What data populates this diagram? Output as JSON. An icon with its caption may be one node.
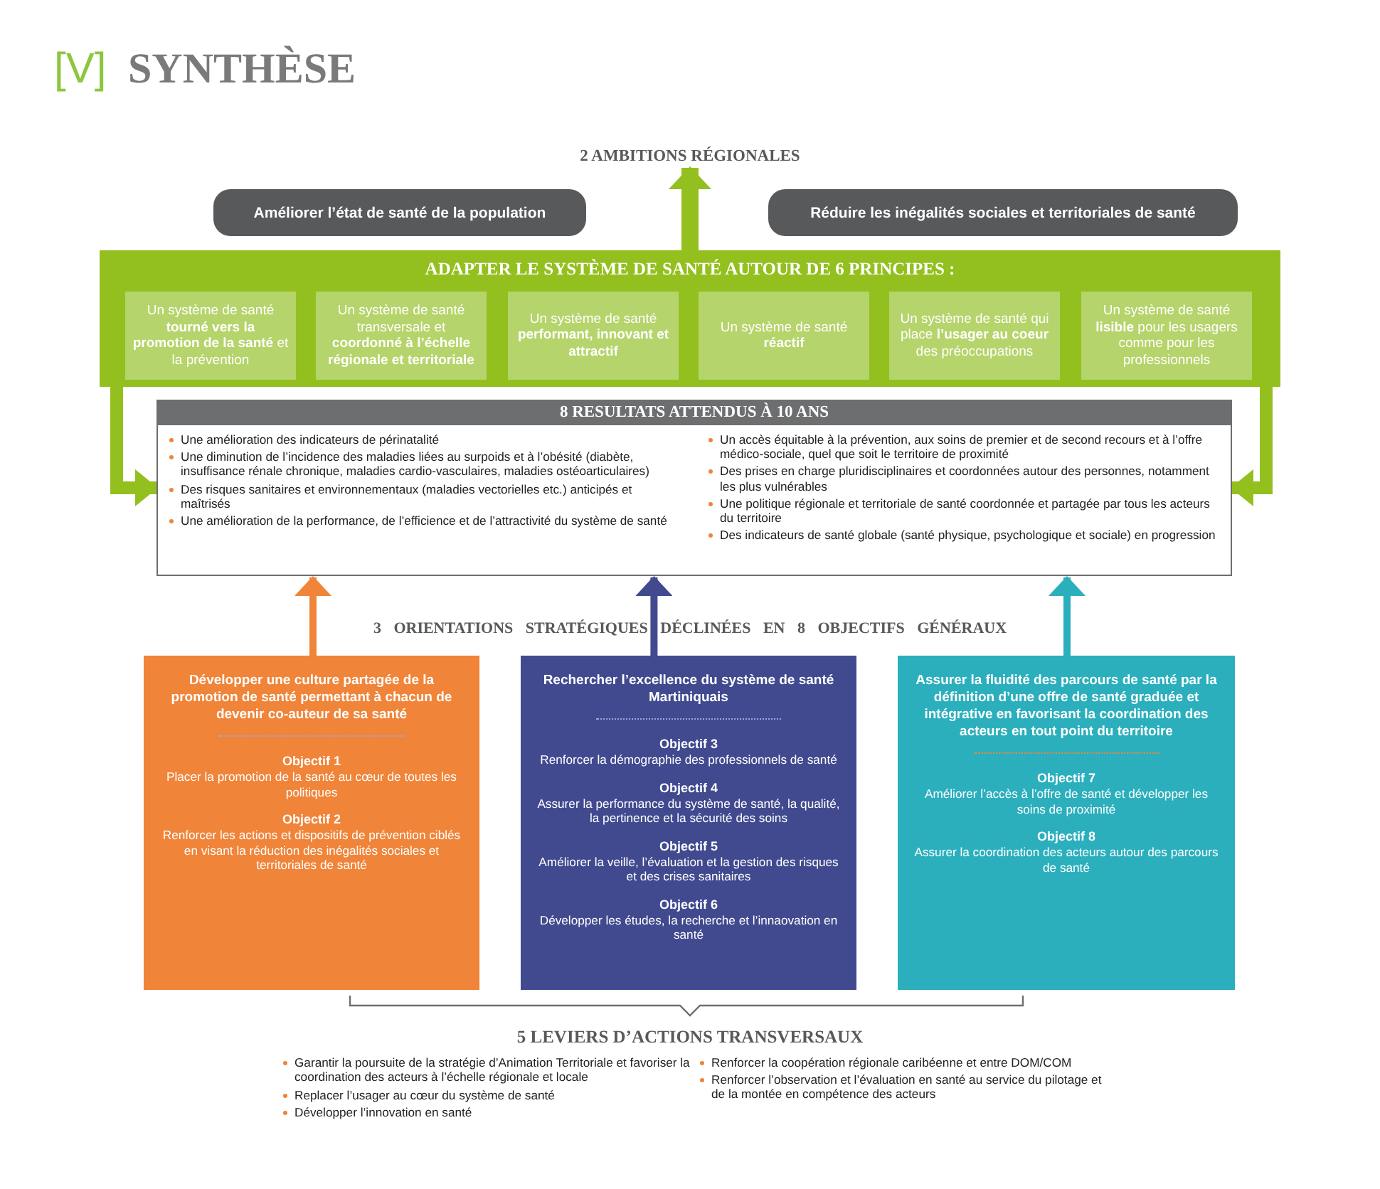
{
  "diagram": {
    "title": "SYNTHÈSE",
    "nodes": [
      {
        "text": [
          "Améliorer l’état de santé de la population"
        ]
      },
      {
        "text": [
          "Réduire les inégalités sociales et territoriales de santé"
        ]
      },
      {
        "text": [
          "ADAPTER LE SYSTÈME DE SANTÉ AUTOUR DE 6 PRINCIPES :"
        ]
      },
      {
        "text": [
          "Un système de santé **tourné vers la promotion de la santé** et la prévention"
        ],
        "in": 2
      },
      {
        "text": [
          "Un système de santé transversale et **coordonné à l’échelle régionale et territoriale**"
        ],
        "in": 2
      },
      {
        "text": [
          "Un système de santé **performant, innovant et attractif**"
        ],
        "in": 2
      },
      {
        "text": [
          "Un système de santé **réactif**"
        ],
        "in": 2
      },
      {
        "text": [
          "Un système de santé qui place **l’usager au coeur** des préoccupations"
        ],
        "in": 2
      },
      {
        "text": [
          "Un système de santé **lisible** pour les usagers comme pour les professionnels"
        ],
        "in": 2
      },
      {
        "text": [
          "8 RESULTATS ATTENDUS À 10 ANS",
          "Une amélioration des indicateurs de périnatalité",
          "Une diminution de l’incidence des maladies liées au surpoids et à l’obésité (diabète, insuffisance rénale chronique, maladies cardio-vasculaires, maladies ostéoarticulaires)",
          "Des risques sanitaires et environnementaux (maladies vectorielles etc.) anticipés et maîtrisés",
          "Une amélioration de la performance, de l’efficience et de l’attractivité du système de santé",
          "Un accès équitable à la prévention, aux soins de premier et de second recours et à l’offre médico-sociale, quel que soit le territoire de proximité",
          "Des prises en charge pluridisciplinaires et coordonnées autour des personnes, notamment les plus vulnérables",
          "Une politique régionale et territoriale de santé coordonnée et partagée par tous les acteurs du territoire",
          "Des indicateurs de santé globale (santé physique, psychologique et sociale) en progression"
        ]
      },
      {
        "text": [
          "Développer une culture partagée de la promotion de santé permettant à chacun de devenir co-auteur de sa santé",
          "Objectif 1",
          "Placer la promotion de la santé au cœur de toutes les politiques",
          "Objectif 2",
          "Renforcer les actions et dispositifs de prévention ciblés en visant la réduction des inégalités sociales et territoriales de santé"
        ]
      },
      {
        "text": [
          "Rechercher l’excellence du système de santé Martiniquais",
          "Objectif 3",
          "Renforcer la démographie des professionnels de santé",
          "Objectif 4",
          "Assurer la performance du système de santé, la qualité, la pertinence et la sécurité des soins",
          "Objectif 5",
          "Améliorer la veille, l’évaluation et la gestion des risques et des crises sanitaires",
          "Objectif 6",
          "Développer les études, la recherche et l’innaovation en santé"
        ]
      },
      {
        "text": [
          "Assurer la fluidité des parcours de santé par la définition d’une offre de santé graduée et intégrative en favorisant la coordination des acteurs en tout point du territoire",
          "Objectif 7",
          "Améliorer l’accès à l’offre de santé et développer les soins de proximité",
          "Objectif 8",
          "Assurer la coordination des acteurs autour des parcours de santé"
        ]
      },
      {
        "text": [
          "2 AMBITIONS RÉGIONALES"
        ]
      }
    ],
    "edges": [
      {
        "from": 2,
        "to": 13,
        "arrow": "to",
        "style": "thick"
      },
      {
        "from": 2,
        "to": 9,
        "arrow": "to",
        "style": "thick"
      },
      {
        "from": 2,
        "to": 9,
        "arrow": "to",
        "style": "thick"
      },
      {
        "from": 10,
        "to": 9,
        "arrow": "to",
        "color": "#f08439"
      },
      {
        "from": 11,
        "to": 9,
        "arrow": "to",
        "color": "#414a8f"
      },
      {
        "from": 12,
        "to": 9,
        "arrow": "to",
        "color": "#2bafbd"
      }
    ],
    "labels": [
      "[V]",
      "3 ORIENTATIONS STRATÉGIQUES DÉCLINÉES EN 8 OBJECTIFS GÉNÉRAUX",
      "5 LEVIERS D’ACTIONS TRANSVERSAUX",
      "Garantir la poursuite de la stratégie d’Animation Territoriale et favoriser la coordination des acteurs à l’échelle régionale et locale",
      "Replacer l’usager au cœur du système de santé",
      "Développer l’innovation en santé",
      "Renforcer la coopération régionale caribéenne et entre DOM/COM",
      "Renforcer l’observation et l’évaluation en santé au service du pilotage et de la montée en compétence des acteurs"
    ]
  }
}
